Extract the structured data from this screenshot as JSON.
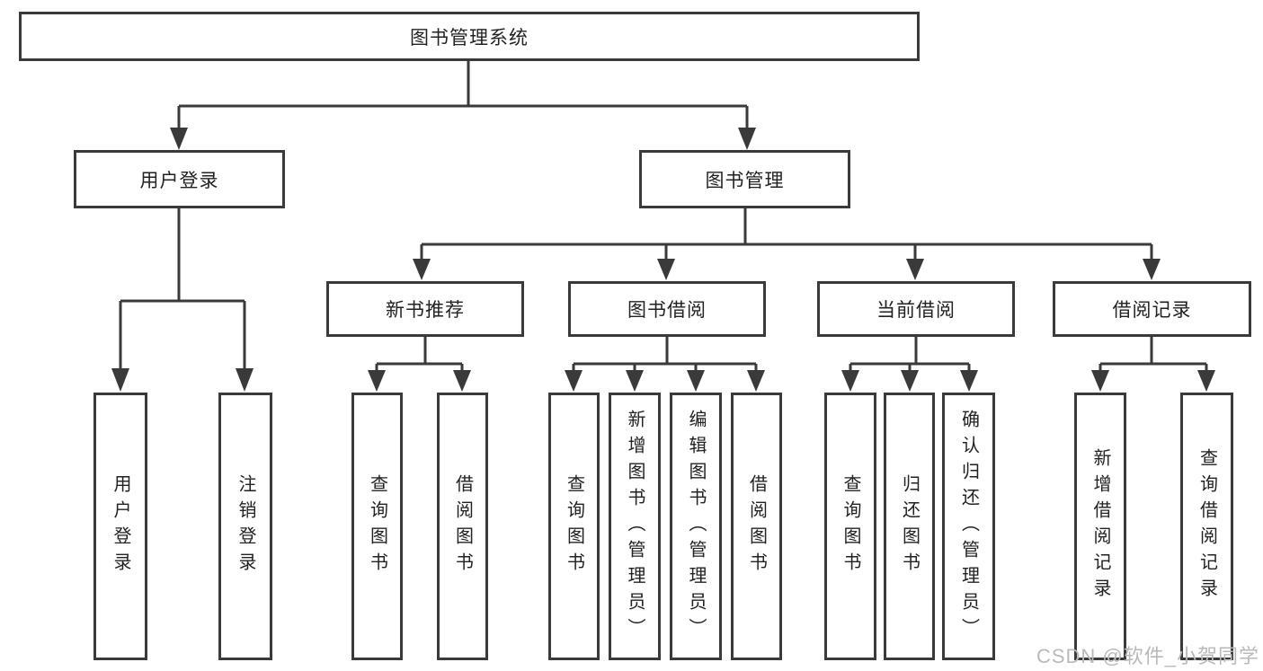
{
  "colors": {
    "line": "#3a3a3a",
    "text": "#222222",
    "background": "#ffffff",
    "watermark": "#b9b9b9"
  },
  "tree": {
    "root": {
      "label": "图书管理系统"
    },
    "branches": [
      {
        "label": "用户登录",
        "children": [
          {
            "label": "用户登录"
          },
          {
            "label": "注销登录"
          }
        ]
      },
      {
        "label": "图书管理",
        "children": [
          {
            "label": "新书推荐",
            "children": [
              {
                "label": "查询图书"
              },
              {
                "label": "借阅图书"
              }
            ]
          },
          {
            "label": "图书借阅",
            "children": [
              {
                "label": "查询图书"
              },
              {
                "label": "新增图书（管理员）"
              },
              {
                "label": "编辑图书（管理员）"
              },
              {
                "label": "借阅图书"
              }
            ]
          },
          {
            "label": "当前借阅",
            "children": [
              {
                "label": "查询图书"
              },
              {
                "label": "归还图书"
              },
              {
                "label": "确认归还（管理员）"
              }
            ]
          },
          {
            "label": "借阅记录",
            "children": [
              {
                "label": "新增借阅记录"
              },
              {
                "label": "查询借阅记录"
              }
            ]
          }
        ]
      }
    ]
  },
  "watermark": {
    "text": "CSDN @软件_小贺同学"
  }
}
